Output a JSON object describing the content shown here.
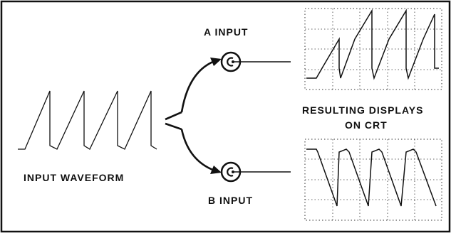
{
  "labels": {
    "a_input": "A INPUT",
    "b_input": "B INPUT",
    "input_waveform": "INPUT WAVEFORM",
    "resulting_line1": "RESULTING DISPLAYS",
    "resulting_line2": "ON CRT"
  },
  "colors": {
    "ink": "#111111",
    "background": "#ffffff"
  }
}
